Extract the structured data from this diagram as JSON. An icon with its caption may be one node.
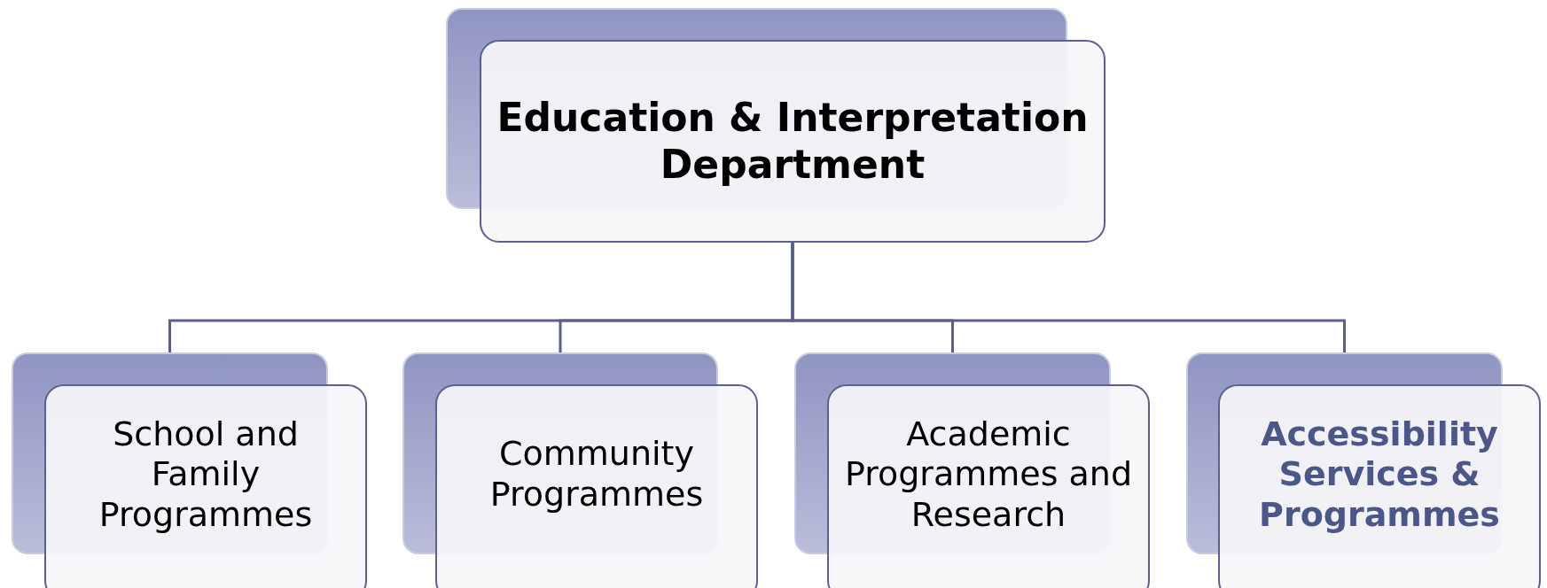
{
  "diagram": {
    "nodes": [
      {
        "text": [
          "Education & Interpretation Department"
        ]
      },
      {
        "text": [
          "School and Family Programmes"
        ]
      },
      {
        "text": [
          "Community Programmes"
        ]
      },
      {
        "text": [
          "Academic Programmes and Research"
        ]
      },
      {
        "text": [
          "Accessibility Services & Programmes"
        ]
      }
    ],
    "edges": [
      {
        "from": 0,
        "to": 1,
        "arrow": "none"
      },
      {
        "from": 0,
        "to": 2,
        "arrow": "none"
      },
      {
        "from": 0,
        "to": 3,
        "arrow": "none"
      },
      {
        "from": 0,
        "to": 4,
        "arrow": "none"
      }
    ]
  }
}
